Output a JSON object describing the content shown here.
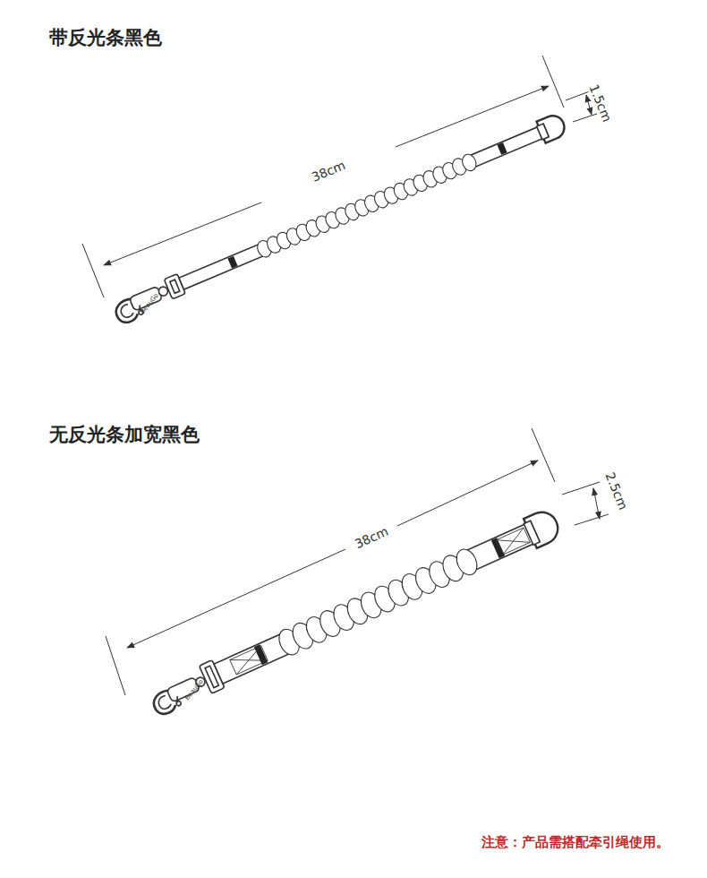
{
  "diagram": {
    "labels": [
      "带反光条黑色",
      "38cm",
      "1.5cm",
      "BeauGo",
      "无反光条加宽黑色",
      "38cm",
      "2.5cm",
      "BeauGo",
      "注意：产品需搭配牵引绳使用。"
    ]
  }
}
